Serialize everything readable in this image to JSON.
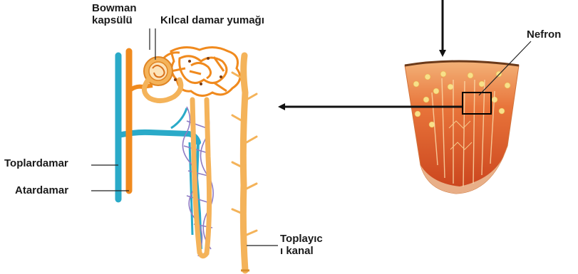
{
  "labels": {
    "bowman_line1": "Bowman",
    "bowman_line2": "kapsülü",
    "kilcal": "Kılcal damar yumağı",
    "nefron": "Nefron",
    "toplardamar": "Toplardamar",
    "atardamar": "Atardamar",
    "toplayici_line1": "Toplayıc",
    "toplayici_line2": "ı kanal"
  },
  "colors": {
    "artery": "#f08a1e",
    "vein": "#2aaac8",
    "capillary_purple": "#8e7bc4",
    "tubule": "#f4b35a",
    "kidney_outer": "#e8743a",
    "kidney_inner": "#c9421c",
    "pointer_line": "#333333"
  }
}
